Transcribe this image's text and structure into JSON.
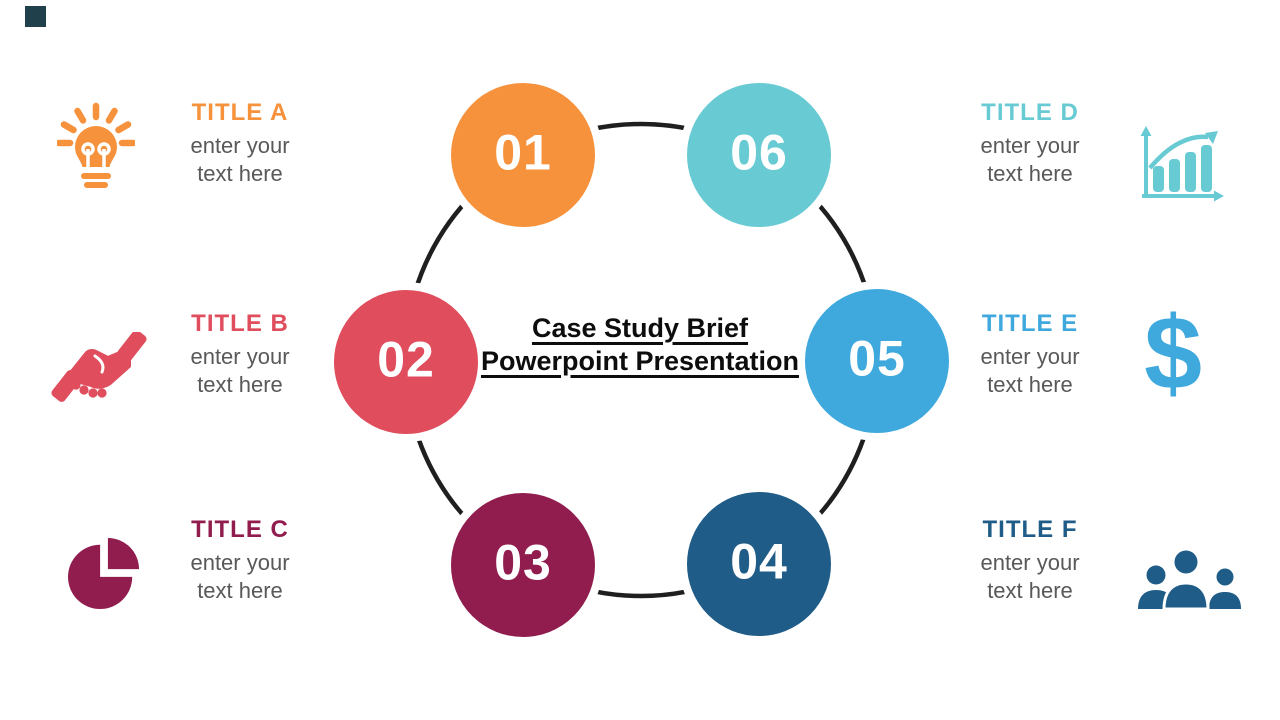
{
  "slide": {
    "background": "#FFFFFF",
    "corner_marker_color": "#20404C",
    "ring_color": "#1F1F1F",
    "center_title": {
      "line1": "Case Study Brief",
      "line2": "Powerpoint Presentation"
    }
  },
  "circles": [
    {
      "label": "01",
      "color": "#F6913C"
    },
    {
      "label": "02",
      "color": "#E04D5D"
    },
    {
      "label": "03",
      "color": "#901D4E"
    },
    {
      "label": "04",
      "color": "#1F5C87"
    },
    {
      "label": "05",
      "color": "#3FA9DE"
    },
    {
      "label": "06",
      "color": "#68CAD3"
    }
  ],
  "items": [
    {
      "title": "TITLE A",
      "body_line1": "enter your",
      "body_line2": "text here",
      "color": "#F6913C",
      "icon": "lightbulb-icon"
    },
    {
      "title": "TITLE B",
      "body_line1": "enter your",
      "body_line2": "text here",
      "color": "#E04D5D",
      "icon": "handshake-icon"
    },
    {
      "title": "TITLE C",
      "body_line1": "enter your",
      "body_line2": "text here",
      "color": "#901D4E",
      "icon": "pie-chart-icon"
    },
    {
      "title": "TITLE D",
      "body_line1": "enter your",
      "body_line2": "text here",
      "color": "#68CAD3",
      "icon": "bar-chart-icon"
    },
    {
      "title": "TITLE E",
      "body_line1": "enter your",
      "body_line2": "text here",
      "color": "#3FA9DE",
      "icon": "dollar-icon"
    },
    {
      "title": "TITLE F",
      "body_line1": "enter your",
      "body_line2": "text here",
      "color": "#1F5C87",
      "icon": "people-icon"
    }
  ],
  "body_text_color": "#595959"
}
